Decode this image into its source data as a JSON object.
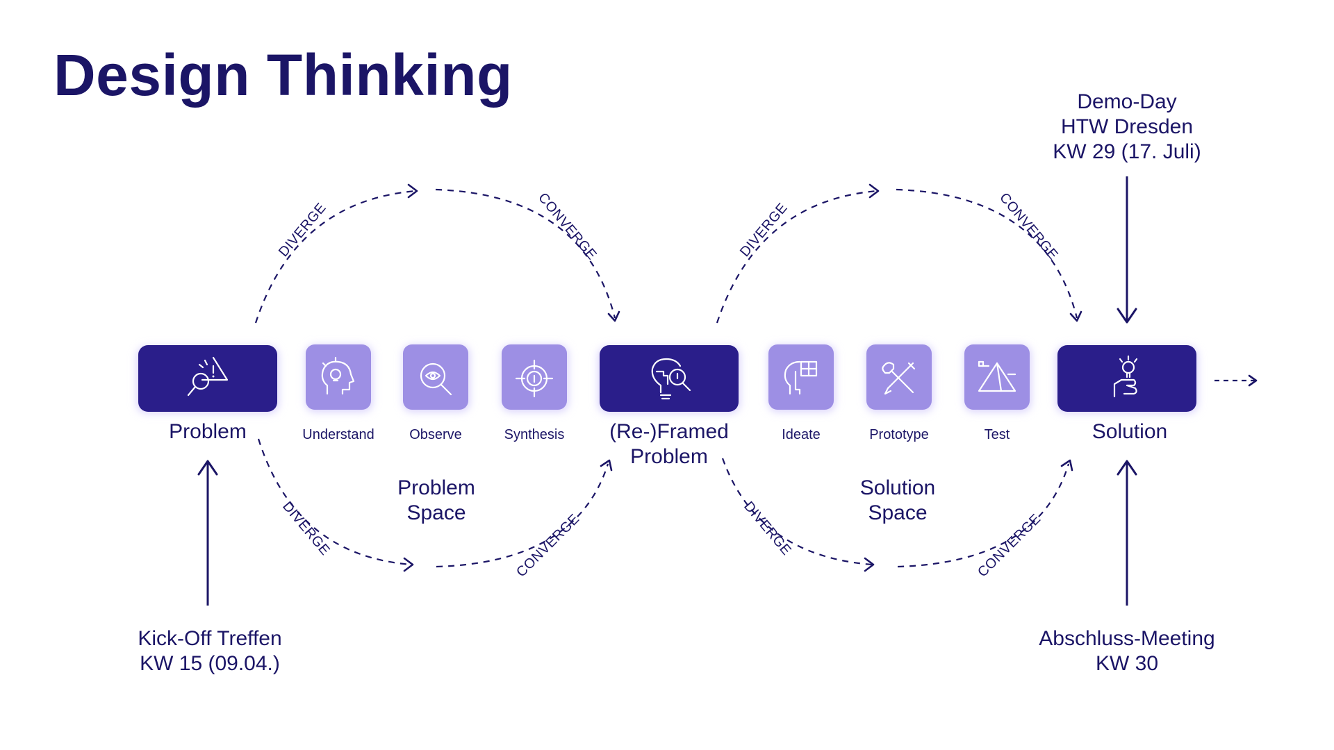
{
  "title": "Design Thinking",
  "colors": {
    "dark": "#1b1566",
    "box_dark": "#2a1e8a",
    "box_light": "#9d8fe4",
    "glow": "#d9d2fb"
  },
  "stages": {
    "problem": {
      "label": "Problem",
      "icon": "problem-alert-search-icon"
    },
    "understand": {
      "label": "Understand",
      "icon": "lightbulb-head-icon"
    },
    "observe": {
      "label": "Observe",
      "icon": "eye-magnifier-icon"
    },
    "synthesis": {
      "label": "Synthesis",
      "icon": "target-icon"
    },
    "reframed": {
      "label_line1": "(Re-)Framed",
      "label_line2": "Problem",
      "icon": "bulb-puzzle-search-icon"
    },
    "ideate": {
      "label": "Ideate",
      "icon": "head-puzzle-icon"
    },
    "prototype": {
      "label": "Prototype",
      "icon": "tools-icon"
    },
    "test": {
      "label": "Test",
      "icon": "pyramid-icon"
    },
    "solution": {
      "label": "Solution",
      "icon": "hand-lightbulb-icon"
    }
  },
  "spaces": {
    "problem": {
      "line1": "Problem",
      "line2": "Space"
    },
    "solution": {
      "line1": "Solution",
      "line2": "Space"
    }
  },
  "flow_labels": {
    "diverge": "DIVERGE",
    "converge": "CONVERGE"
  },
  "annotations": {
    "kickoff": {
      "line1": "Kick-Off Treffen",
      "line2": "KW 15 (09.04.)"
    },
    "demoday": {
      "line1": "Demo-Day",
      "line2": "HTW Dresden",
      "line3": "KW 29 (17. Juli)"
    },
    "abschluss": {
      "line1": "Abschluss-Meeting",
      "line2": "KW 30"
    }
  }
}
